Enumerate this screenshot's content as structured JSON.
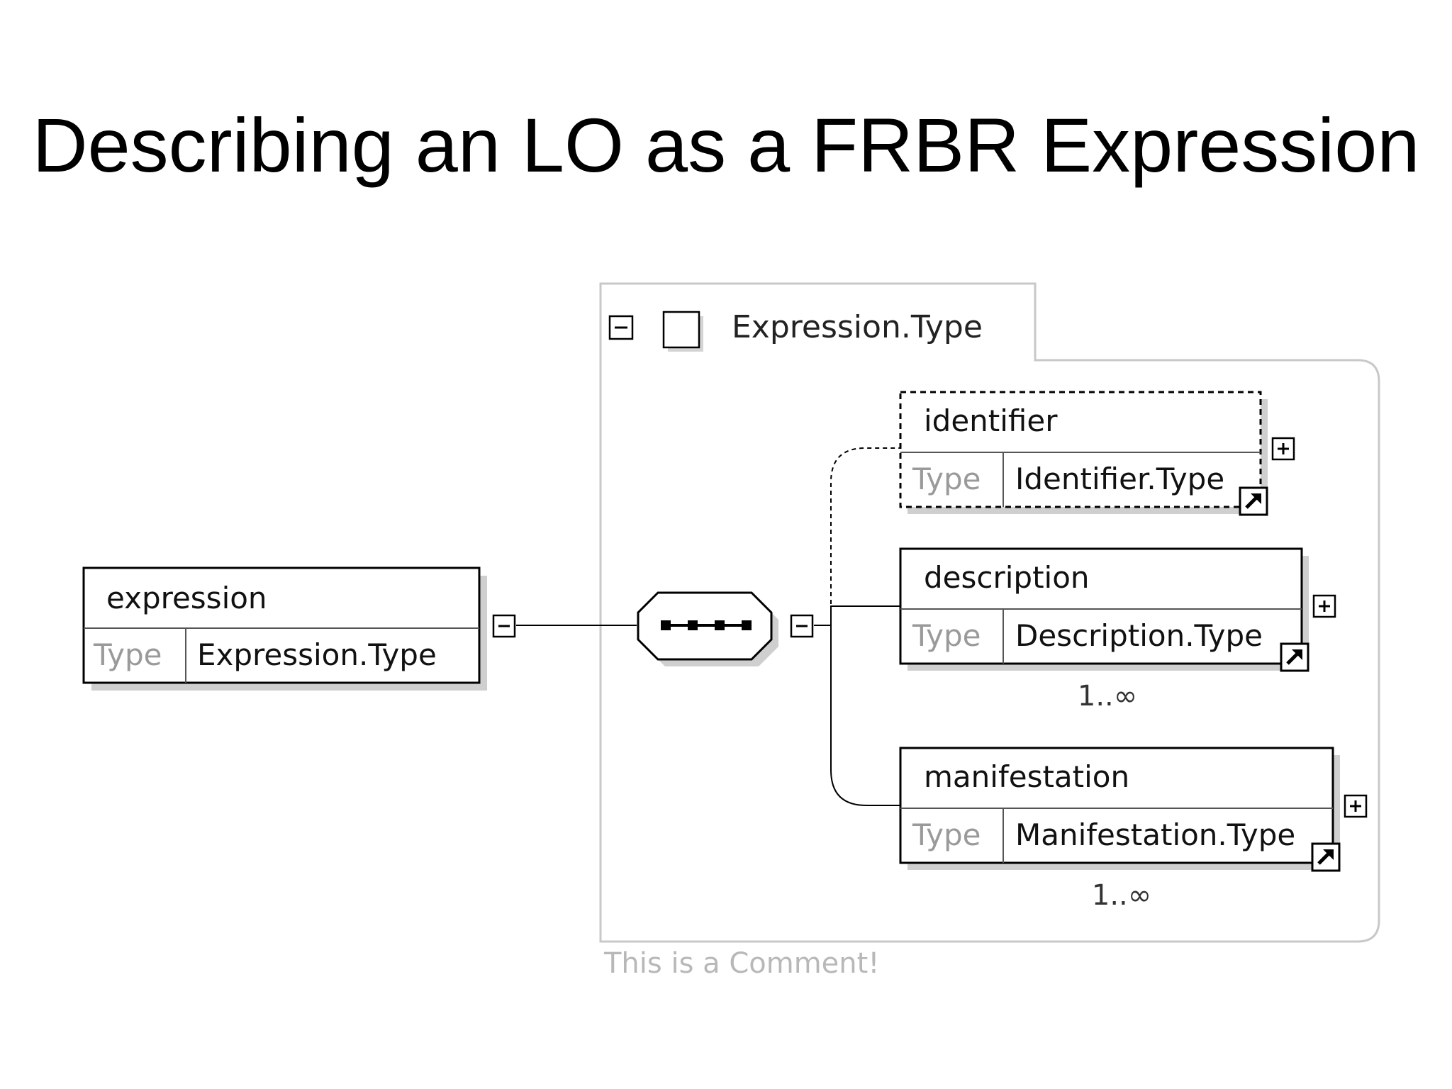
{
  "slide": {
    "title": "Describing an LO as a FRBR Expression"
  },
  "diagram": {
    "root": {
      "name": "expression",
      "type_label": "Type",
      "type_value": "Expression.Type"
    },
    "complex_type": {
      "name": "Expression.Type",
      "comment": "This is a Comment!"
    },
    "sequence_icon": "sequence-compositor-icon",
    "children": [
      {
        "name": "identifier",
        "type_label": "Type",
        "type_value": "Identifier.Type",
        "optional": true,
        "cardinality": ""
      },
      {
        "name": "description",
        "type_label": "Type",
        "type_value": "Description.Type",
        "optional": false,
        "cardinality": "1..∞"
      },
      {
        "name": "manifestation",
        "type_label": "Type",
        "type_value": "Manifestation.Type",
        "optional": false,
        "cardinality": "1..∞"
      }
    ]
  }
}
